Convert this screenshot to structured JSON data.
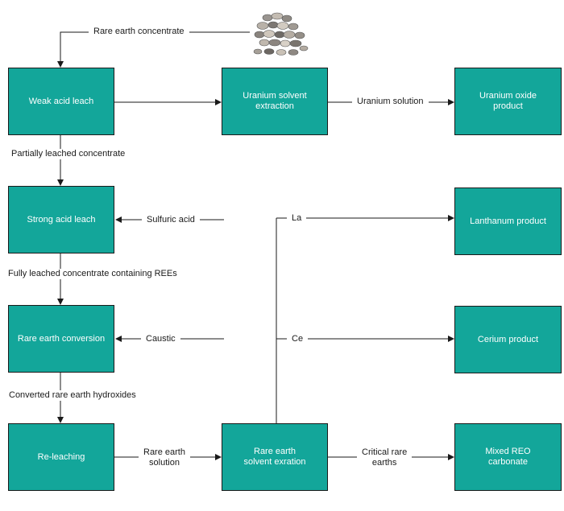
{
  "colors": {
    "box_fill": "#13a69a",
    "line": "#1a1a1a",
    "text_box": "#ffffff",
    "text_label": "#1a1a1a"
  },
  "icons": {
    "ore": "rock-pile-icon"
  },
  "boxes": {
    "weak_acid_leach": "Weak acid leach",
    "uranium_sx": "Uranium solvent\nextraction",
    "uranium_oxide": "Uranium oxide\nproduct",
    "strong_acid_leach": "Strong acid leach",
    "lanthanum": "Lanthanum product",
    "rare_earth_conversion": "Rare earth conversion",
    "cerium": "Cerium product",
    "re_leaching": "Re-leaching",
    "re_sx": "Rare earth\nsolvent exration",
    "mixed_reo": "Mixed REO\ncarbonate"
  },
  "labels": {
    "rare_earth_concentrate": "Rare earth concentrate",
    "uranium_solution": "Uranium solution",
    "partially_leached": "Partially leached concentrate",
    "sulfuric_acid": "Sulfuric acid",
    "la": "La",
    "fully_leached": "Fully leached concentrate containing REEs",
    "caustic": "Caustic",
    "ce": "Ce",
    "converted_hydroxides": "Converted rare earth hydroxides",
    "rare_earth_solution": "Rare earth\nsolution",
    "critical_rare_earths": "Critical rare\nearths"
  }
}
